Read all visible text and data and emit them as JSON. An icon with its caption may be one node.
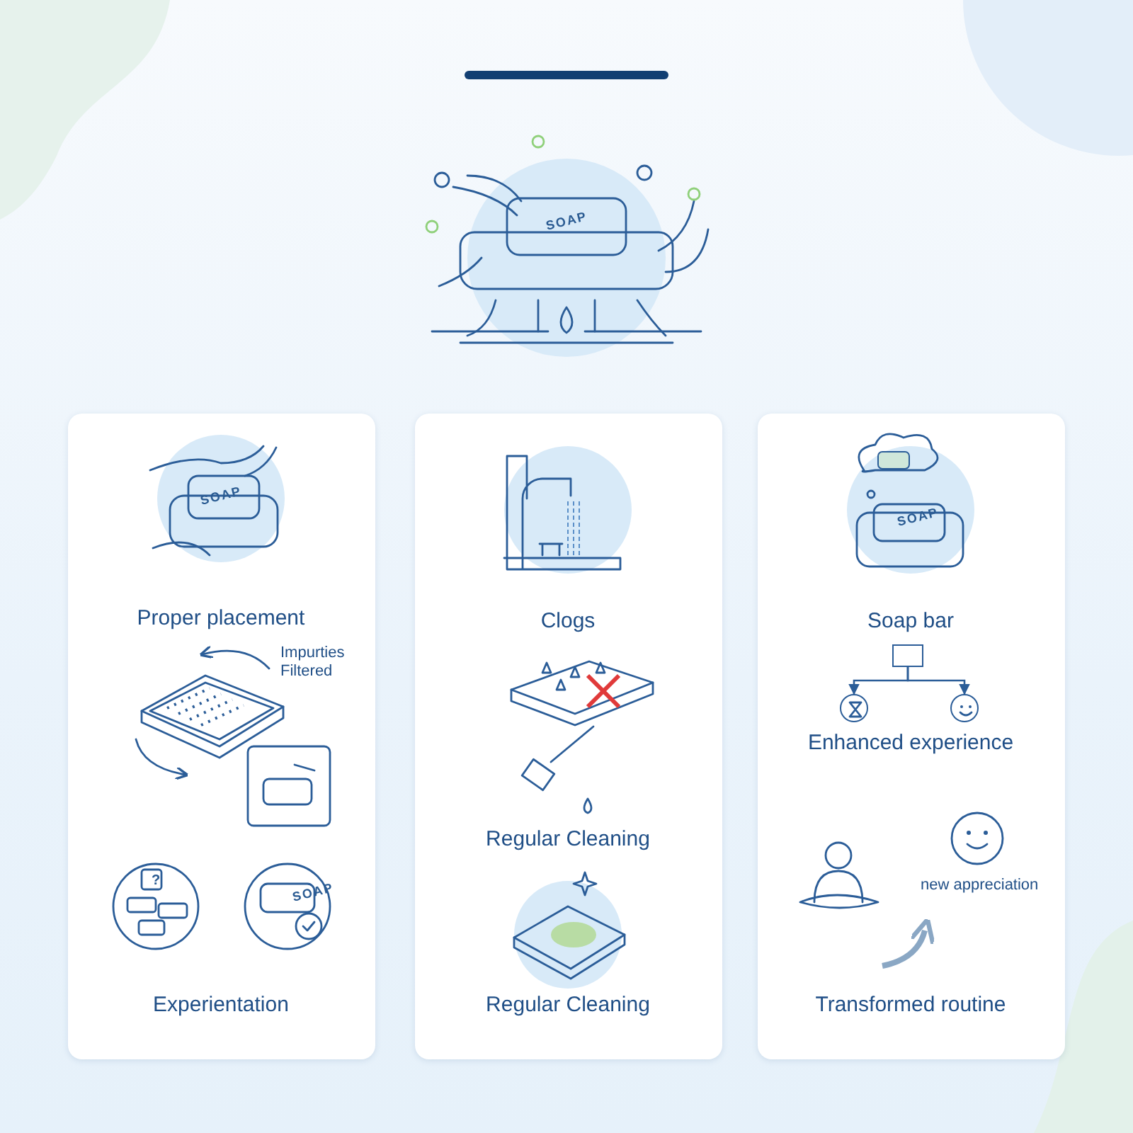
{
  "diagram": {
    "nodes": [
      {
        "text": [
          "Proper placement",
          "Impurties Filtered",
          "Experientation"
        ]
      },
      {
        "text": [
          "Clogs",
          "Regular Cleaning",
          "Regular Cleaning"
        ]
      },
      {
        "text": [
          "Soap bar",
          "Enhanced experience",
          "new appreciation",
          "Transformed routine"
        ]
      },
      {
        "text": [],
        "shape": "box",
        "in": 2
      },
      {
        "text": [],
        "shape": "circle",
        "in": 2
      },
      {
        "text": [],
        "shape": "circle",
        "in": 2
      }
    ],
    "edges": [
      {
        "from": 3,
        "to": 4,
        "arrow": "to"
      },
      {
        "from": 3,
        "to": 5,
        "arrow": "to"
      }
    ],
    "labels": [
      "SOAP",
      "SOAP",
      "?",
      "SOAP",
      "SOAP"
    ]
  }
}
